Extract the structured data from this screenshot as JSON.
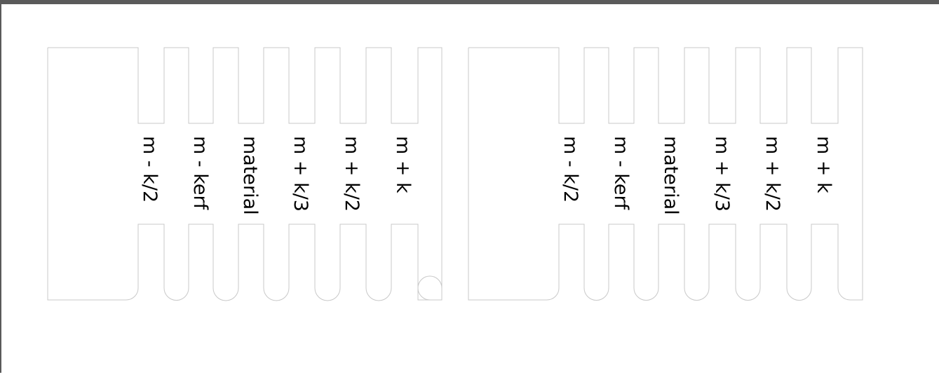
{
  "colors": {
    "frame": "#5a5a5a",
    "outline": "#c8c8c8",
    "text": "#000000",
    "background": "#ffffff"
  },
  "templates": [
    {
      "labels": [
        "m - k/2",
        "m - kerf",
        "material",
        "m + k/3",
        "m + k/2",
        "m + k"
      ]
    },
    {
      "labels": [
        "m - k/2",
        "m - kerf",
        "material",
        "m + k/3",
        "m + k/2",
        "m + k"
      ]
    }
  ]
}
